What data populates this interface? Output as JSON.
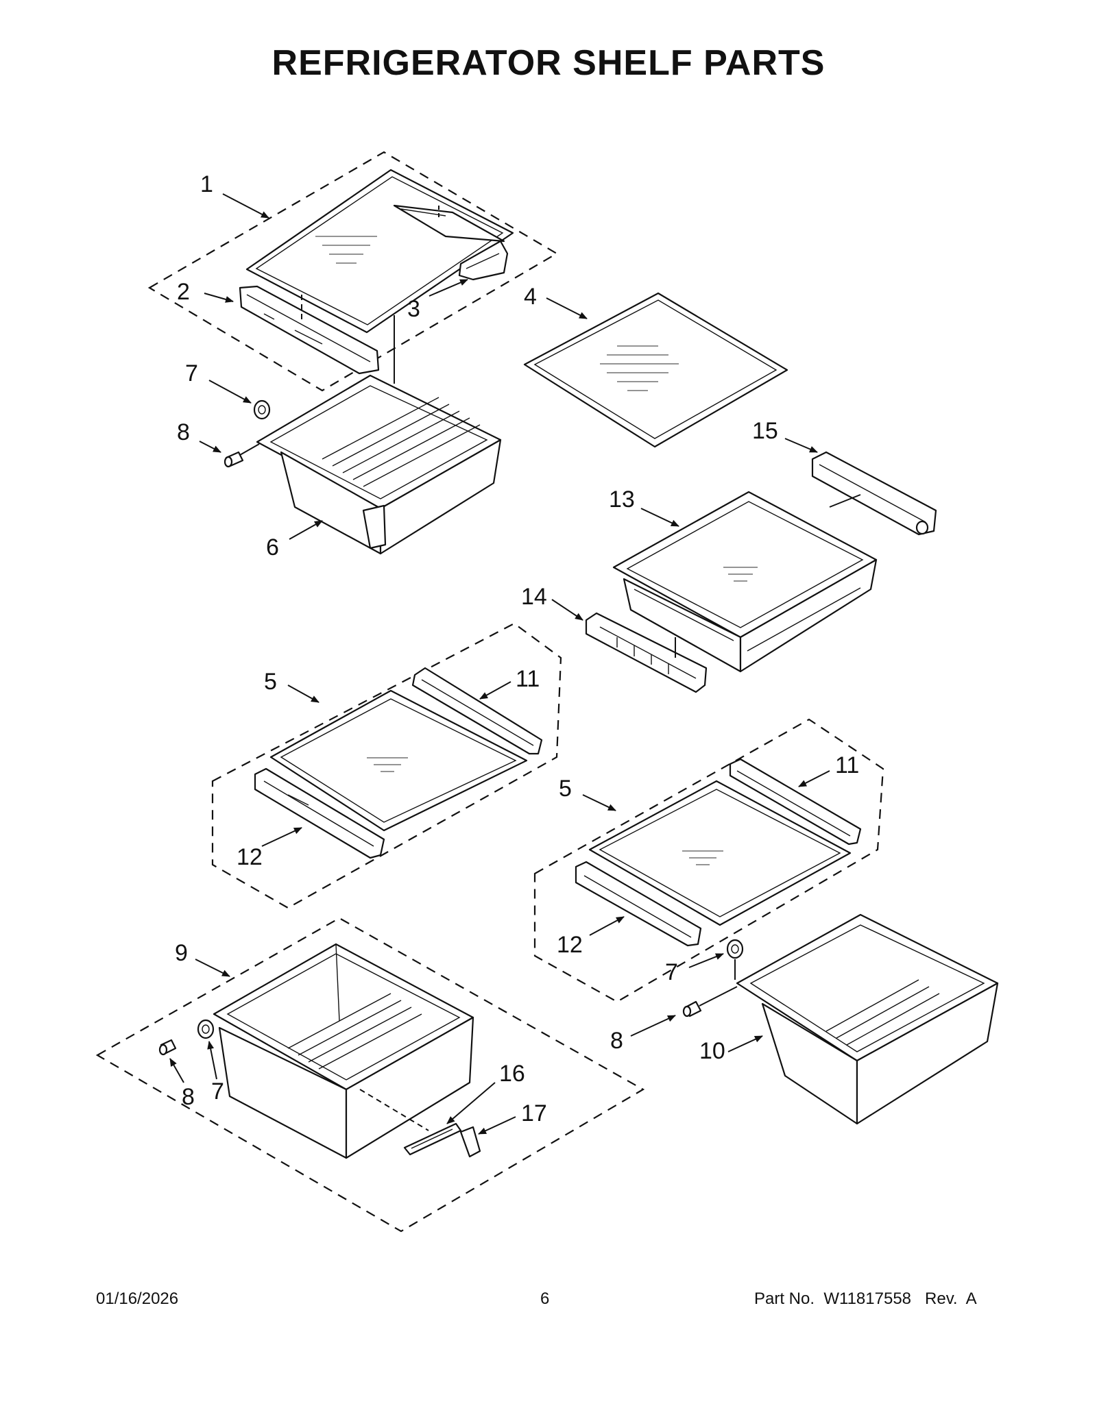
{
  "title": "REFRIGERATOR SHELF PARTS",
  "callouts": {
    "c1": "1",
    "c2": "2",
    "c3": "3",
    "c4": "4",
    "c5a": "5",
    "c5b": "5",
    "c6": "6",
    "c7a": "7",
    "c7b": "7",
    "c7c": "7",
    "c8a": "8",
    "c8b": "8",
    "c8c": "8",
    "c9": "9",
    "c10": "10",
    "c11a": "11",
    "c11b": "11",
    "c12a": "12",
    "c12b": "12",
    "c13": "13",
    "c14": "14",
    "c15": "15",
    "c16": "16",
    "c17": "17"
  },
  "footer": {
    "date": "01/16/2026",
    "page": "6",
    "part_no": "Part No.  W11817558   Rev.  A"
  }
}
